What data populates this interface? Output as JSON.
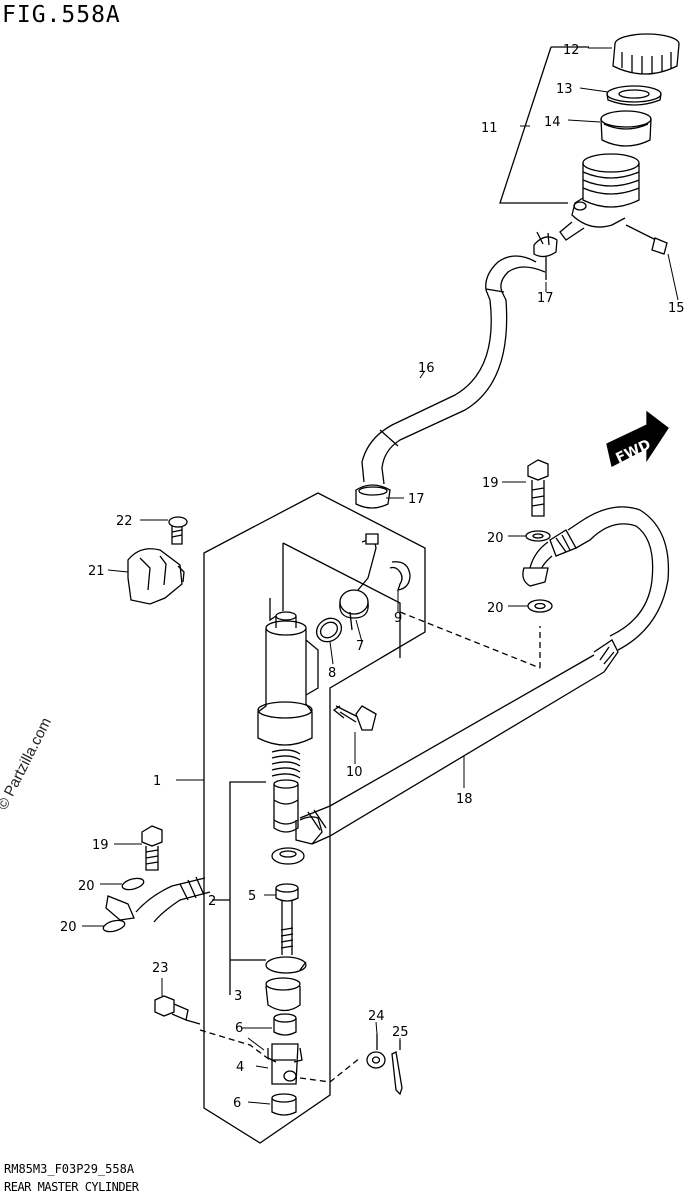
{
  "title": "FIG.558A",
  "footer_code": "RM85M3_F03P29_558A",
  "footer_name": "REAR MASTER CYLINDER",
  "watermark": "© Partzilla.com",
  "fwd_label": "FWD",
  "callouts": {
    "c1": "1",
    "c2": "2",
    "c3": "3",
    "c4": "4",
    "c5": "5",
    "c6a": "6",
    "c6b": "6",
    "c7": "7",
    "c8": "8",
    "c9": "9",
    "c10": "10",
    "c11": "11",
    "c12": "12",
    "c13": "13",
    "c14": "14",
    "c15": "15",
    "c16": "16",
    "c17a": "17",
    "c17b": "17",
    "c18": "18",
    "c19a": "19",
    "c19b": "19",
    "c20a": "20",
    "c20b": "20",
    "c20c": "20",
    "c20d": "20",
    "c21": "21",
    "c22": "22",
    "c23": "23",
    "c24": "24",
    "c25": "25"
  }
}
